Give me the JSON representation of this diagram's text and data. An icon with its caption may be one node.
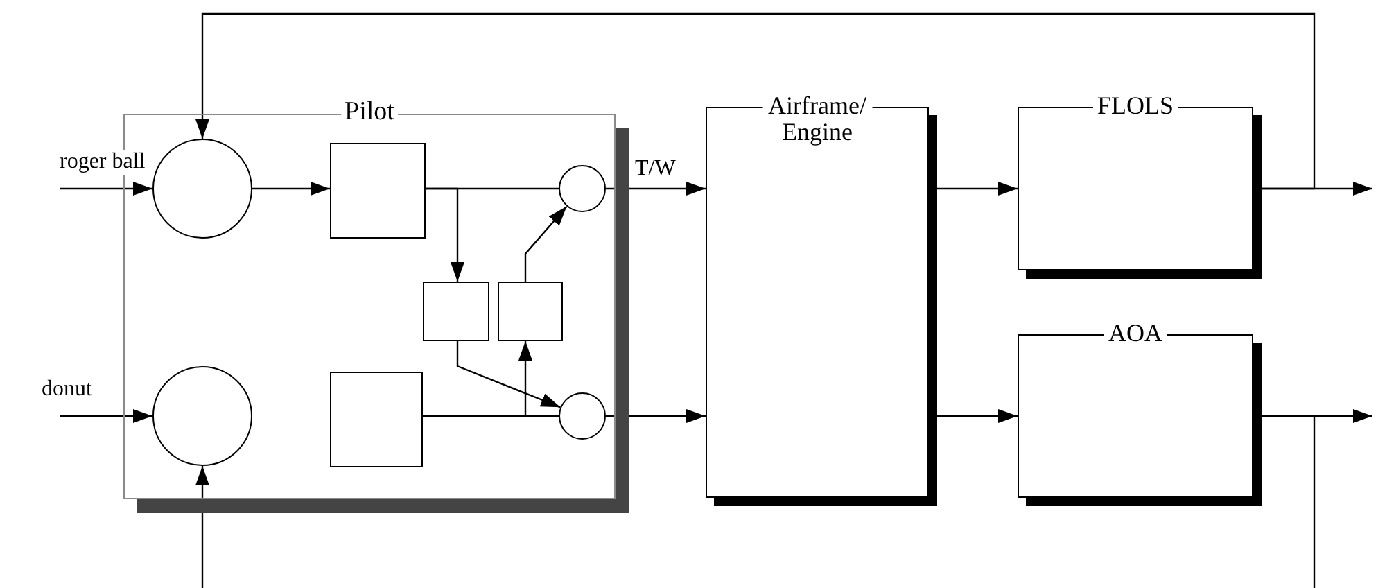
{
  "diagram": {
    "nodes": [
      {
        "text": [
          "Pilot"
        ]
      },
      {
        "text": [],
        "shape": "circle",
        "in": 0
      },
      {
        "text": [],
        "shape": "box",
        "in": 0
      },
      {
        "text": [],
        "shape": "circle",
        "in": 0
      },
      {
        "text": [],
        "shape": "box",
        "in": 0
      },
      {
        "text": [],
        "shape": "box",
        "in": 0
      },
      {
        "text": [],
        "shape": "circle",
        "in": 0
      },
      {
        "text": [],
        "shape": "box",
        "in": 0
      },
      {
        "text": [],
        "shape": "circle",
        "in": 0
      },
      {
        "text": [
          "Airframe/ Engine"
        ]
      },
      {
        "text": [
          "FLOLS"
        ]
      },
      {
        "text": [
          "AOA"
        ]
      }
    ],
    "edges": [
      {
        "from": null,
        "to": 1,
        "arrow": "to",
        "label": "roger ball"
      },
      {
        "from": null,
        "to": 6,
        "arrow": "to",
        "label": "donut"
      },
      {
        "from": 1,
        "to": 2,
        "arrow": "to"
      },
      {
        "from": 2,
        "to": 3,
        "arrow": "none"
      },
      {
        "from": 2,
        "to": 4,
        "arrow": "to"
      },
      {
        "from": 4,
        "to": 8,
        "arrow": "to"
      },
      {
        "from": 7,
        "to": 8,
        "arrow": "none"
      },
      {
        "from": 7,
        "to": 5,
        "arrow": "to"
      },
      {
        "from": 5,
        "to": 3,
        "arrow": "to"
      },
      {
        "from": 3,
        "to": 9,
        "arrow": "to",
        "label": "T/W"
      },
      {
        "from": 8,
        "to": 9,
        "arrow": "to"
      },
      {
        "from": 9,
        "to": 10,
        "arrow": "to"
      },
      {
        "from": 9,
        "to": 11,
        "arrow": "to"
      },
      {
        "from": 10,
        "to": null,
        "arrow": "to"
      },
      {
        "from": 11,
        "to": null,
        "arrow": "to"
      },
      {
        "from": 10,
        "to": 1,
        "arrow": "to"
      },
      {
        "from": 11,
        "to": null,
        "arrow": "none"
      },
      {
        "from": null,
        "to": 6,
        "arrow": "to"
      }
    ]
  }
}
